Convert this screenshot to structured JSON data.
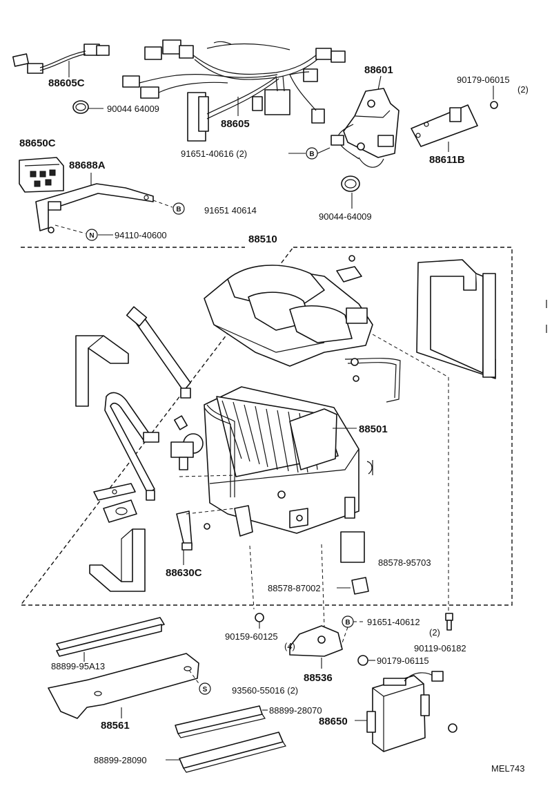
{
  "diagram": {
    "code": "MEL743",
    "assembly_number": "88510",
    "parts": {
      "harness_c": "88605C",
      "clamp_top": "90044 64009",
      "harness": "88605",
      "bolt_harness": "91651-40616 (2)",
      "relay_block": "88650C",
      "bracket_a": "88688A",
      "bolt_ref": "91651 40614",
      "screw_n": "94110-40600",
      "amplifier": "88601",
      "clamp_mid": "90044-64009",
      "nut_top": "90179-06015",
      "nut_top_qty": "(2)",
      "sensor": "88611B",
      "evaporator": "88501",
      "bracket_c": "88630C",
      "seal_b": "88578-95703",
      "seal_a": "88578-87002",
      "screw_bottom": "90159-60125",
      "bolt_b2": "91651-40612",
      "bolt_b2_qty": "(2)",
      "bolt_bottom": "90119-06182",
      "bracket_qty": "(4)",
      "bracket": "88536",
      "nut_bottom": "90179-06115",
      "seal_c": "88899-95A13",
      "screw_s": "93560-55016 (2)",
      "cover": "88561",
      "seal_d": "88899-28070",
      "unit": "88650",
      "seal_e": "88899-28090"
    },
    "callouts": {
      "b": "B",
      "n": "N",
      "s": "S"
    }
  }
}
